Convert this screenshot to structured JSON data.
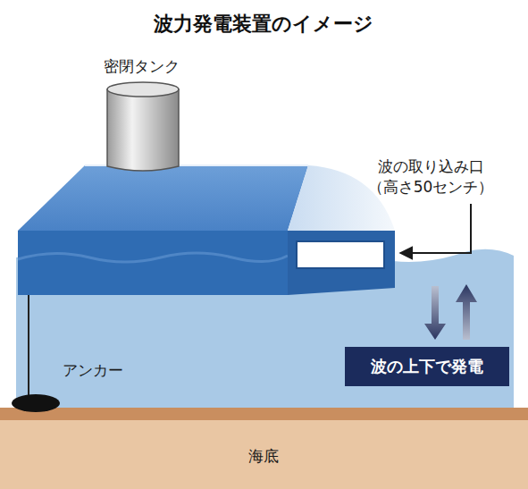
{
  "diagram": {
    "title": "波力発電装置のイメージ",
    "nodes": [
      {
        "text": [
          "波の上下で発電"
        ]
      }
    ],
    "labels": [
      "密閉タンク",
      "波の取り込み口",
      "（高さ50センチ）",
      "アンカー",
      "海底"
    ]
  }
}
